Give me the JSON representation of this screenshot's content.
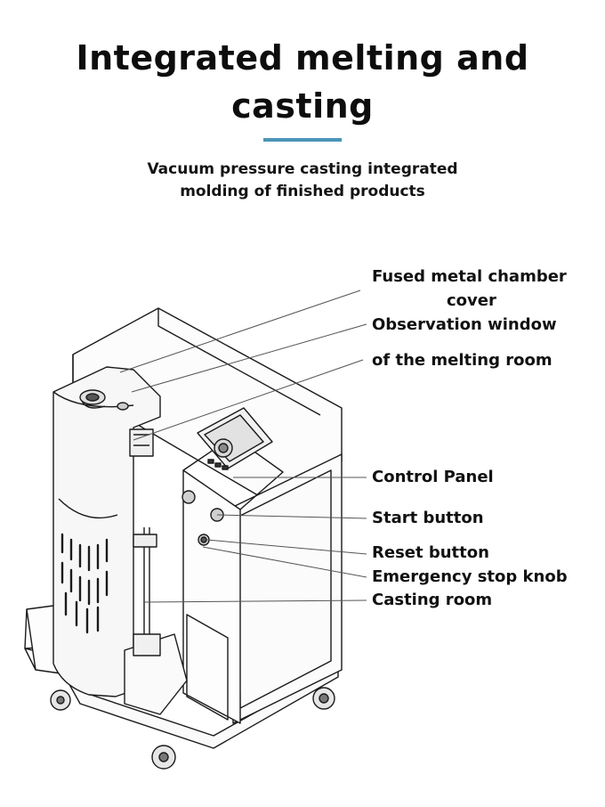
{
  "header": {
    "title_line1": "Integrated melting and",
    "title_line2": "casting",
    "subtitle_line1": "Vacuum pressure casting integrated",
    "subtitle_line2": "molding of finished products",
    "accent_color": "#4a95b8"
  },
  "labels": {
    "fused_metal_chamber_line1": "Fused metal chamber",
    "fused_metal_chamber_line2": "cover",
    "observation_window": "Observation window",
    "melting_room": "of the melting room",
    "control_panel": "Control Panel",
    "start_button": "Start button",
    "reset_button": "Reset button",
    "emergency_stop": "Emergency stop knob",
    "casting_room": "Casting room"
  }
}
